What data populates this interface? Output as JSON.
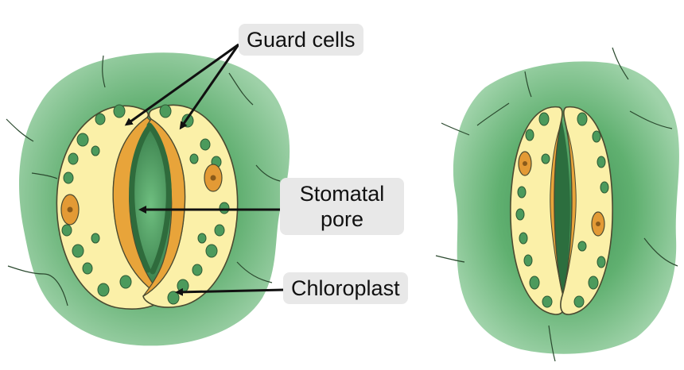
{
  "labels": {
    "guard_cells": "Guard cells",
    "stomatal_pore_line1": "Stomatal",
    "stomatal_pore_line2": "pore",
    "chloroplast": "Chloroplast"
  },
  "colors": {
    "epidermis": "#5fae6f",
    "epidermis_dark": "#3f8f55",
    "epidermis_light": "#8cc79a",
    "guard_cell": "#fbf0a8",
    "guard_cell_outline": "#5a5a3a",
    "thick_wall": "#e8a43a",
    "pore": "#2f7a45",
    "chloroplast": "#4c9a5c",
    "nucleus": "#e39a35",
    "label_bg": "#e8e8e8"
  },
  "states": [
    "open stoma",
    "closed stoma"
  ]
}
